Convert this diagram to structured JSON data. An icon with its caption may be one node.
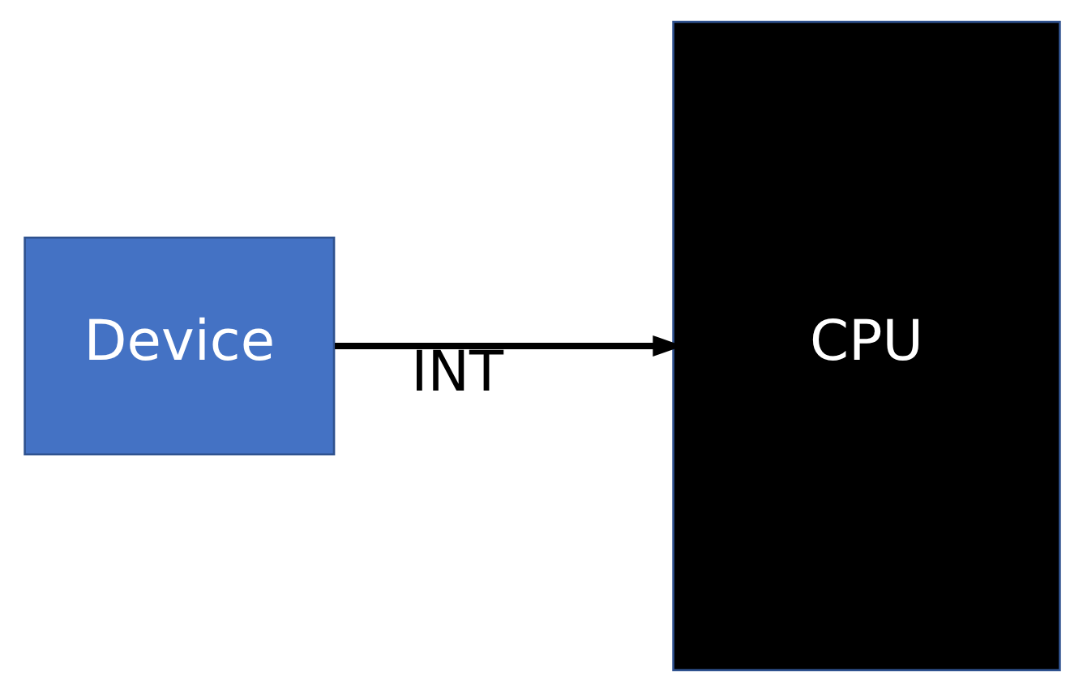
{
  "diagram": {
    "nodes": [
      {
        "text": [
          "Device"
        ]
      },
      {
        "text": [
          "CPU"
        ]
      }
    ],
    "edges": [
      {
        "from": 0,
        "to": 1,
        "arrow": "to",
        "label": "INT"
      }
    ]
  }
}
